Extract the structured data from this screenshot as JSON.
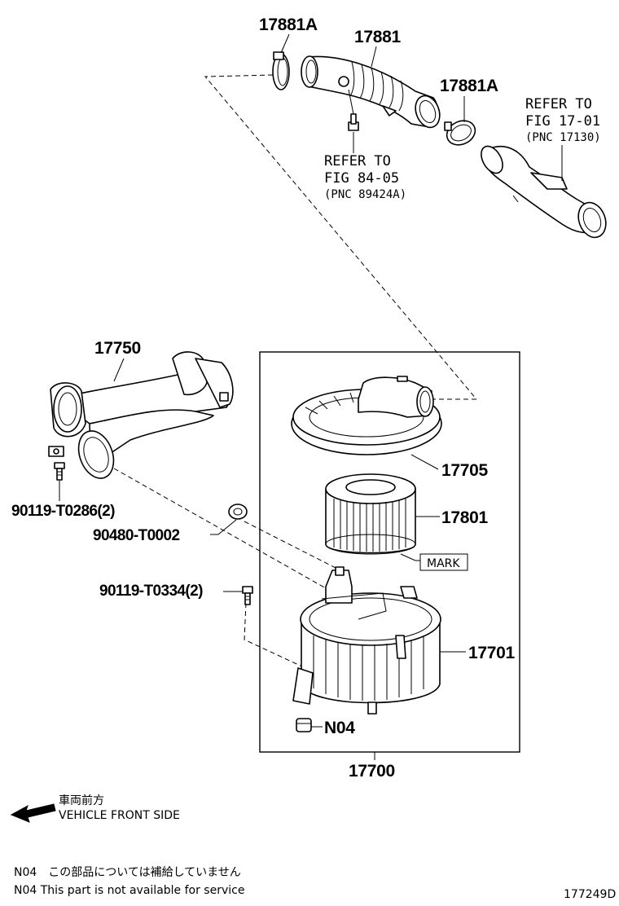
{
  "parts": {
    "p17881A_top": "17881A",
    "p17881": "17881",
    "p17881A_right": "17881A",
    "p17750": "17750",
    "p17705": "17705",
    "p17801": "17801",
    "p17701": "17701",
    "p17700": "17700",
    "p90119_T0286": "90119-T0286(2)",
    "p90480_T0002": "90480-T0002",
    "p90119_T0334": "90119-T0334(2)",
    "n04": "N04",
    "mark": "MARK"
  },
  "refs": {
    "fig_84": {
      "line1": "REFER TO",
      "line2": "FIG 84-05",
      "line3": "(PNC 89424A)"
    },
    "fig_17": {
      "line1": "REFER TO",
      "line2": "FIG 17-01",
      "line3": "(PNC 17130)"
    }
  },
  "direction": {
    "jp": "車両前方",
    "en": "VEHICLE FRONT SIDE"
  },
  "notes": {
    "jp": "N04　この部品については補給していません",
    "en": "N04  This part is not available for service"
  },
  "figure_code": "177249D"
}
